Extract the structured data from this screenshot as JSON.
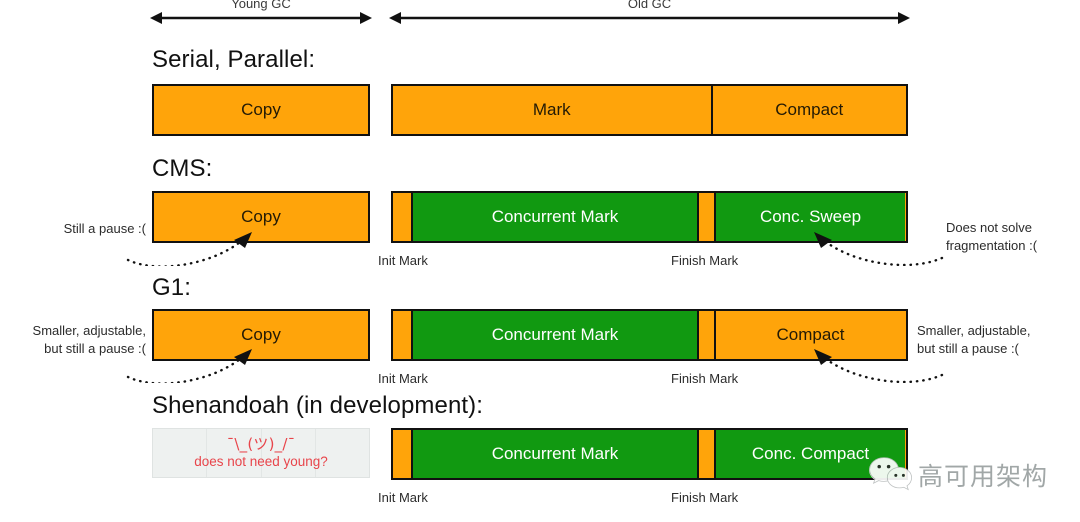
{
  "header": {
    "young_label": "Young GC",
    "old_label": "Old GC"
  },
  "colors": {
    "pause": "#FFA40A",
    "concurrent": "#119911",
    "outline": "#111111",
    "annotation": "#2b2b2b",
    "shrug_text": "#e8454b",
    "watermark": "#9aa0a0"
  },
  "legend_meaning": {
    "orange": "stop-the-world pause",
    "green": "concurrent phase"
  },
  "rows": [
    {
      "title": "Serial, Parallel:",
      "young": {
        "segments": [
          {
            "label": "Copy",
            "kind": "pause"
          }
        ]
      },
      "old": {
        "segments": [
          {
            "label": "Mark",
            "kind": "pause"
          },
          {
            "label": "Compact",
            "kind": "pause"
          }
        ]
      },
      "sublabels": [],
      "annotations": []
    },
    {
      "title": "CMS:",
      "young": {
        "segments": [
          {
            "label": "Copy",
            "kind": "pause"
          }
        ]
      },
      "old": {
        "segments": [
          {
            "label": "",
            "kind": "pause"
          },
          {
            "label": "Concurrent Mark",
            "kind": "concurrent"
          },
          {
            "label": "",
            "kind": "pause"
          },
          {
            "label": "Conc. Sweep",
            "kind": "concurrent"
          }
        ]
      },
      "sublabels": [
        {
          "text": "Init Mark"
        },
        {
          "text": "Finish Mark"
        }
      ],
      "annotations": [
        {
          "side": "left",
          "lines": [
            "Still a pause :("
          ]
        },
        {
          "side": "right",
          "lines": [
            "Does not solve",
            "fragmentation :("
          ]
        }
      ]
    },
    {
      "title": "G1:",
      "young": {
        "segments": [
          {
            "label": "Copy",
            "kind": "pause"
          }
        ]
      },
      "old": {
        "segments": [
          {
            "label": "",
            "kind": "pause"
          },
          {
            "label": "Concurrent Mark",
            "kind": "concurrent"
          },
          {
            "label": "",
            "kind": "pause"
          },
          {
            "label": "Compact",
            "kind": "pause"
          }
        ]
      },
      "sublabels": [
        {
          "text": "Init Mark"
        },
        {
          "text": "Finish Mark"
        }
      ],
      "annotations": [
        {
          "side": "left",
          "lines": [
            "Smaller, adjustable,",
            "but still a pause :("
          ]
        },
        {
          "side": "right",
          "lines": [
            "Smaller, adjustable,",
            "but still a pause :("
          ]
        }
      ]
    },
    {
      "title": "Shenandoah (in development):",
      "young": {
        "placeholder": true,
        "face": "¯\\_(ツ)_/¯",
        "caption": "does not need young?"
      },
      "old": {
        "segments": [
          {
            "label": "",
            "kind": "pause"
          },
          {
            "label": "Concurrent Mark",
            "kind": "concurrent"
          },
          {
            "label": "",
            "kind": "pause"
          },
          {
            "label": "Conc. Compact",
            "kind": "concurrent"
          }
        ]
      },
      "sublabels": [
        {
          "text": "Init Mark"
        },
        {
          "text": "Finish Mark"
        }
      ],
      "annotations": []
    }
  ],
  "watermark": {
    "text": "高可用架构",
    "icon": "wechat-icon"
  }
}
